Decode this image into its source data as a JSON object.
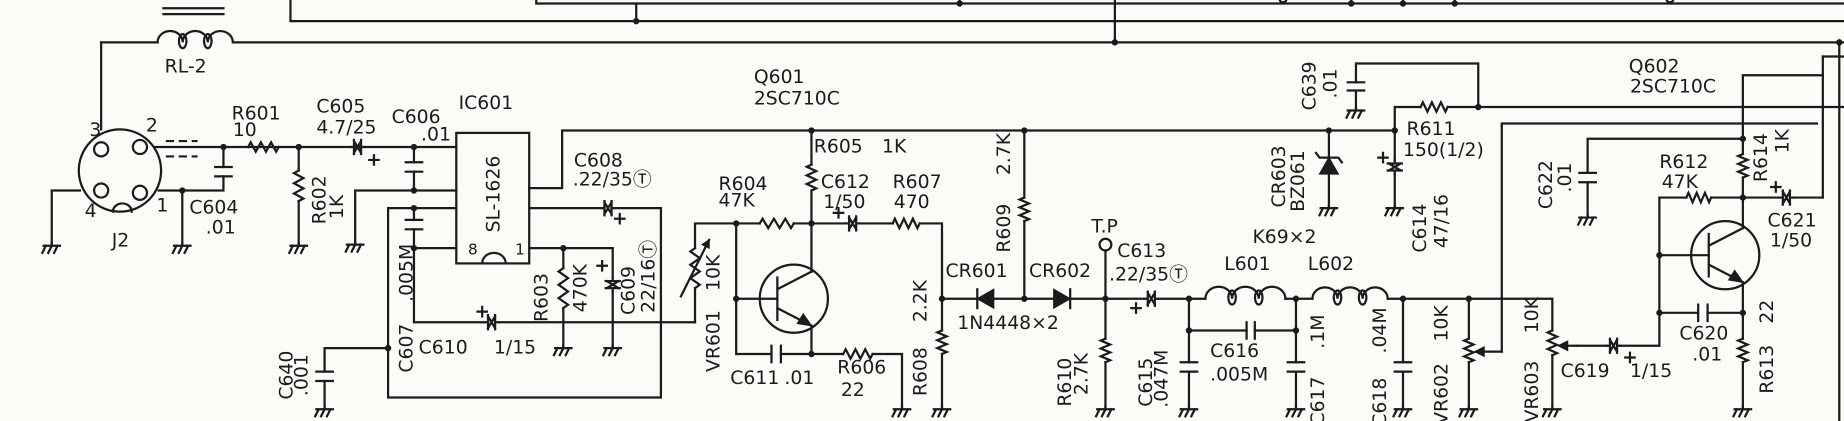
{
  "components": {
    "RL2": {
      "ref": "RL-2"
    },
    "J2": {
      "ref": "J2",
      "pins": [
        "1",
        "2",
        "3",
        "4"
      ]
    },
    "R601": {
      "ref": "R601",
      "value": "10"
    },
    "C604": {
      "ref": "C604",
      "value": ".01"
    },
    "R602": {
      "ref": "R602",
      "value": "1K"
    },
    "C605": {
      "ref": "C605",
      "value": "4.7/25"
    },
    "C606": {
      "ref": "C606",
      "value": ".01"
    },
    "IC601": {
      "ref": "IC601",
      "part": "SL-1626",
      "pins": [
        "8",
        "1"
      ]
    },
    "C607": {
      "ref": "C607",
      "value": ".005M"
    },
    "C608": {
      "ref": "C608",
      "value": ".22/35Ⓣ"
    },
    "C609": {
      "ref": "C609",
      "value": "22/16Ⓣ"
    },
    "C610": {
      "ref": "C610",
      "value": "1/15"
    },
    "R603": {
      "ref": "R603",
      "value": "470K"
    },
    "C640": {
      "ref": "C640",
      "value": ".001"
    },
    "VR601": {
      "ref": "VR601",
      "value": "10K"
    },
    "Q601": {
      "ref": "Q601",
      "part": "2SC710C"
    },
    "R604": {
      "ref": "R604",
      "value": "47K"
    },
    "R605": {
      "ref": "R605",
      "value": "1K"
    },
    "C612": {
      "ref": "C612",
      "value": "1/50"
    },
    "R607": {
      "ref": "R607",
      "value": "470"
    },
    "C611": {
      "ref": "C611",
      "value": ".01"
    },
    "R606": {
      "ref": "R606",
      "value": "22"
    },
    "R608": {
      "ref": "R608",
      "value": "2.2K"
    },
    "R609": {
      "ref": "R609",
      "value": "2.7K"
    },
    "CR601": {
      "ref": "CR601"
    },
    "CR602": {
      "ref": "CR602"
    },
    "diodes": {
      "part": "1N4448×2"
    },
    "TP": {
      "ref": "T.P"
    },
    "R610": {
      "ref": "R610",
      "value": "2.7K"
    },
    "C613": {
      "ref": "C613",
      "value": ".22/35Ⓣ"
    },
    "C615": {
      "ref": "C615",
      "value": ".047M"
    },
    "coils": {
      "part": "K69×2"
    },
    "L601": {
      "ref": "L601"
    },
    "L602": {
      "ref": "L602"
    },
    "C616": {
      "ref": "C616",
      "value": ".005M"
    },
    "C617": {
      "ref": "C617",
      "value": ".1M"
    },
    "C618": {
      "ref": "C618",
      "value": ".04M"
    },
    "VR602": {
      "ref": "VR602",
      "value": "10K"
    },
    "VR603": {
      "ref": "VR603",
      "value": "10K"
    },
    "C619": {
      "ref": "C619",
      "value": "1/15"
    },
    "C639": {
      "ref": "C639",
      "value": ".01"
    },
    "CR603": {
      "ref": "CR603",
      "part": "BZ061"
    },
    "R611": {
      "ref": "R611",
      "value": "150(1/2)"
    },
    "C614": {
      "ref": "C614",
      "value": "47/16"
    },
    "Q602": {
      "ref": "Q602",
      "part": "2SC710C"
    },
    "C622": {
      "ref": "C622",
      "value": ".01"
    },
    "R612": {
      "ref": "R612",
      "value": "47K"
    },
    "R614": {
      "ref": "R614",
      "value": "1K"
    },
    "C621": {
      "ref": "C621",
      "value": "1/50"
    },
    "C620": {
      "ref": "C620",
      "value": ".01"
    },
    "R613": {
      "ref": "R613",
      "value": "22"
    }
  }
}
